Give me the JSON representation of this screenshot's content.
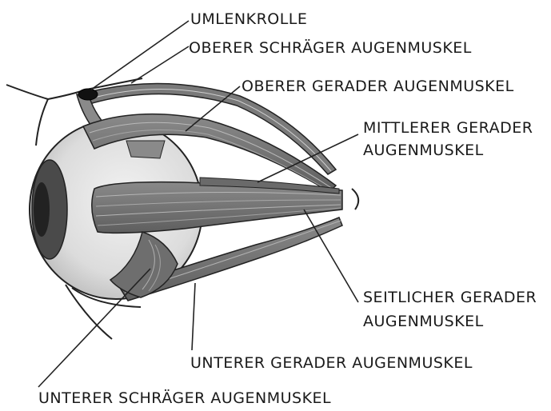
{
  "labels": {
    "umlenkrolle": "UMLENKROLLE",
    "oberer_schraeger": "OBERER SCHRÄGER AUGENMUSKEL",
    "oberer_gerader": "OBERER GERADER AUGENMUSKEL",
    "mittlerer_gerader_1": "MITTLERER GERADER",
    "mittlerer_gerader_2": "AUGENMUSKEL",
    "seitlicher_gerader_1": "SEITLICHER GERADER",
    "seitlicher_gerader_2": "AUGENMUSKEL",
    "unterer_gerader": "UNTERER GERADER AUGENMUSKEL",
    "unterer_schraeger": "UNTERER SCHRÄGER AUGENMUSKEL"
  }
}
